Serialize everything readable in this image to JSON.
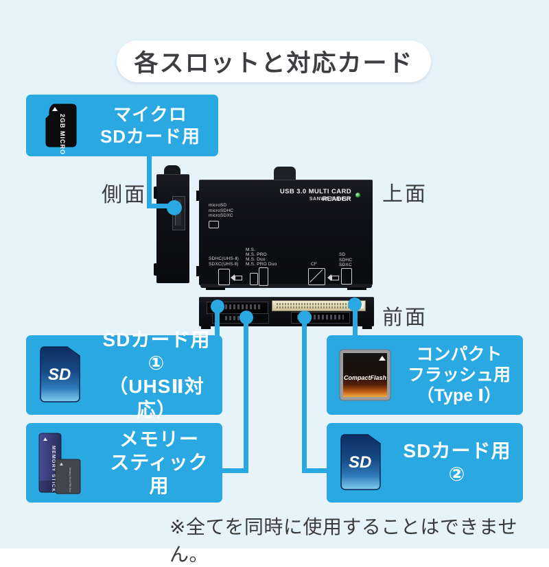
{
  "title": "各スロットと対応カード",
  "labels": {
    "side": "側面",
    "top": "上面",
    "front": "前面"
  },
  "note": "※全てを同時に使用することはできません。",
  "colors": {
    "accent_blue": "#29a8e1",
    "background": "#e7f3fb",
    "device_black": "#0c0d11",
    "cf_slot_beige": "#e6dfbd"
  },
  "device": {
    "brand": "USB 3.0 MULTI CARD READER",
    "maker_logo": "SANWA SUPPLY",
    "micro_slot_lines": [
      "microSD",
      "microSDHC",
      "microSDXC"
    ],
    "sd_uhs_slot_lines": [
      "SDHC(UHS-Ⅱ)",
      "SDXC(UHS-Ⅱ)"
    ],
    "ms_slot_lines": [
      "M.S.",
      "M.S. PRO",
      "M.S. Duo",
      "M.S. PRO Duo"
    ],
    "cf_slot_label": "CF",
    "sd_slot_lines": [
      "SD",
      "SDHC",
      "SDXC"
    ]
  },
  "callouts": {
    "microsd": {
      "lines": [
        "マイクロ",
        "SDカード用"
      ]
    },
    "sd1": {
      "lines": [
        "SDカード用①",
        "（UHSⅡ対応）"
      ]
    },
    "ms": {
      "lines": [
        "メモリー",
        "スティック用"
      ]
    },
    "cf": {
      "lines": [
        "コンパクト",
        "フラッシュ用",
        "（Type Ⅰ）"
      ]
    },
    "sd2": {
      "lines": [
        "SDカード用②"
      ]
    }
  },
  "card_icons": {
    "sd_logo": "SD",
    "microsd_label": "2GB MICRO",
    "memory_stick_label": "MEMORY STICK",
    "memory_stick_duo_label": "Memory Stick PRO Duo",
    "cf_logo": "CompactFlash"
  }
}
